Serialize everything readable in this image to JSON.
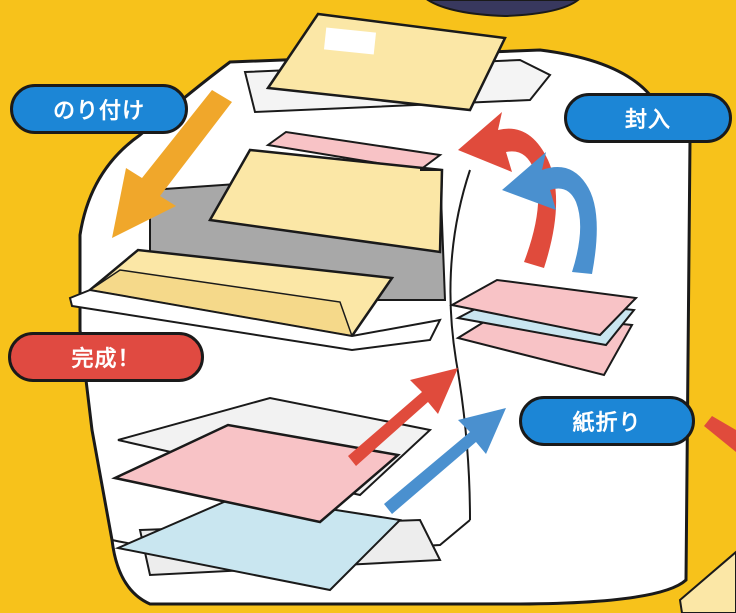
{
  "colors": {
    "background": "#F7C21B",
    "machine": "#FFFFFF",
    "envelope": "#FBE7A6",
    "paper_pink": "#F8C3C6",
    "paper_blue": "#C9E6F0",
    "arrow_orange": "#F0A72B",
    "arrow_red": "#E04B3C",
    "arrow_blue": "#4A90CF",
    "label_blue": "#1C86D6",
    "label_red": "#E04A41"
  },
  "labels": {
    "glue": "のり付け",
    "insert": "封入",
    "done": "完成！",
    "fold": "紙折り"
  }
}
